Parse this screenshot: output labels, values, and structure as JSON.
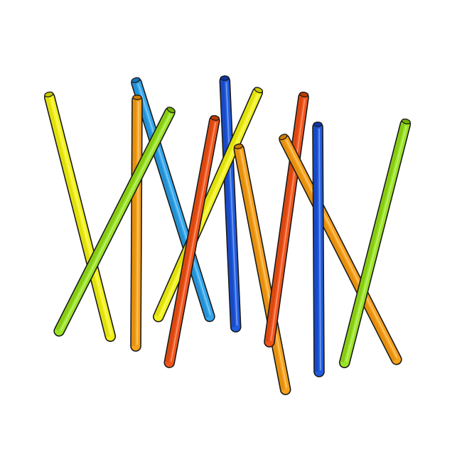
{
  "palette": {
    "yellow": "#f2f21a",
    "yellow_shade": "#c9c900",
    "orange": "#f7a21b",
    "orange_shade": "#d07a00",
    "red_orange": "#f2541a",
    "red_orange_shade": "#c23a00",
    "green": "#9be424",
    "green_shade": "#6fb000",
    "sky_blue": "#33a7ec",
    "sky_blue_shade": "#1577b8",
    "blue": "#1f5ce0",
    "blue_shade": "#0f36a8",
    "outline": "#1a1a1a",
    "background": "#ffffff"
  },
  "straws": [
    {
      "name": "yellow-straw-left",
      "color": "yellow"
    },
    {
      "name": "sky-blue-straw",
      "color": "sky_blue"
    },
    {
      "name": "orange-straw-vertical-left",
      "color": "orange"
    },
    {
      "name": "green-straw-left",
      "color": "green"
    },
    {
      "name": "blue-straw-center",
      "color": "blue"
    },
    {
      "name": "yellow-straw-center",
      "color": "yellow"
    },
    {
      "name": "red-orange-straw-left",
      "color": "red_orange"
    },
    {
      "name": "orange-straw-center",
      "color": "orange"
    },
    {
      "name": "red-orange-straw-right",
      "color": "red_orange"
    },
    {
      "name": "orange-straw-diagonal-right",
      "color": "orange"
    },
    {
      "name": "blue-straw-right",
      "color": "blue"
    },
    {
      "name": "green-straw-right",
      "color": "green"
    }
  ]
}
